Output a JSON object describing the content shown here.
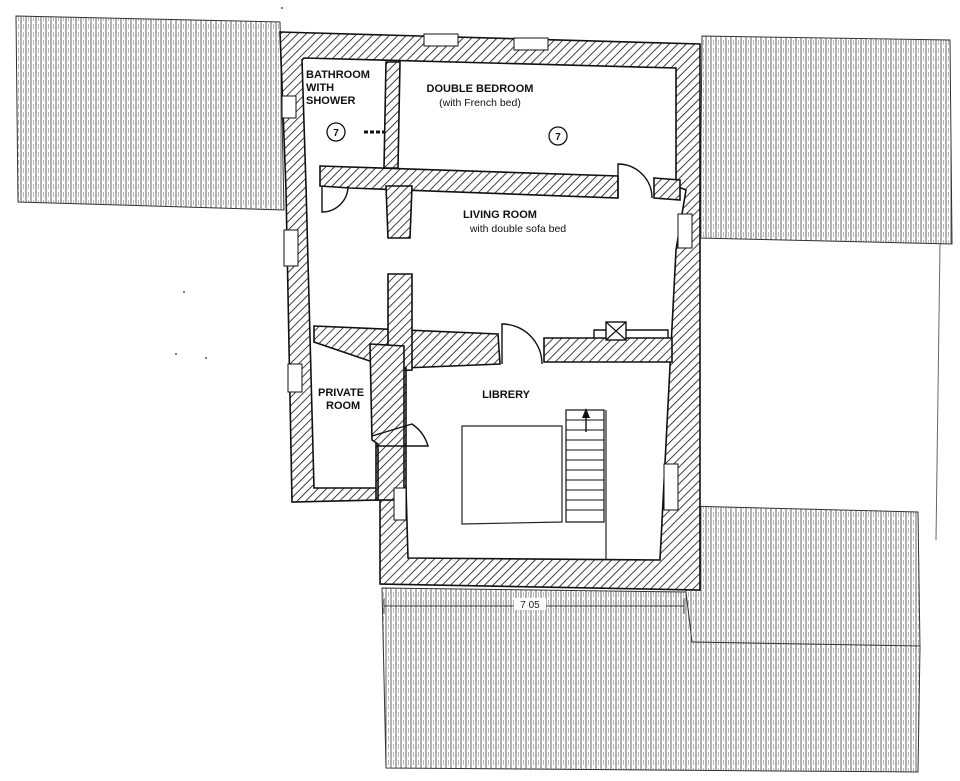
{
  "rooms": {
    "bathroom": {
      "line1": "BATHROOM",
      "line2": "WITH",
      "line3": "SHOWER",
      "badge": "7"
    },
    "double_bedroom": {
      "name": "DOUBLE BEDROOM",
      "note": "(with French bed)",
      "badge": "7"
    },
    "living_room": {
      "name": "LIVING ROOM",
      "note": "with double sofa bed"
    },
    "private_room": {
      "line1": "PRIVATE",
      "line2": "ROOM"
    },
    "library": {
      "name": "LIBRERY"
    }
  },
  "dimension": {
    "value": "7 05"
  }
}
